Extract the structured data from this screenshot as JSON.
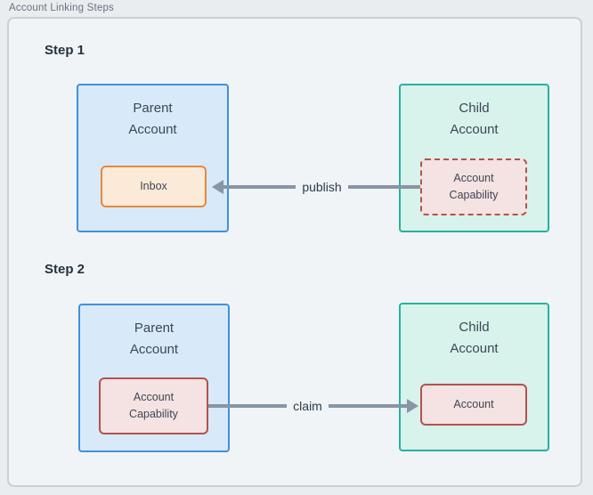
{
  "group_label": "Account Linking Steps",
  "steps": [
    {
      "heading": "Step 1",
      "parent_account": {
        "title": "Parent\nAccount",
        "inner": "Inbox"
      },
      "child_account": {
        "title": "Child\nAccount",
        "inner": "Account\nCapability"
      },
      "arrow": {
        "label": "publish",
        "direction": "left"
      }
    },
    {
      "heading": "Step 2",
      "parent_account": {
        "title": "Parent\nAccount",
        "inner": "Account\nCapability"
      },
      "child_account": {
        "title": "Child\nAccount",
        "inner": "Account"
      },
      "arrow": {
        "label": "claim",
        "direction": "right"
      }
    }
  ],
  "colors": {
    "background": "#e9edf0",
    "container_fill": "#f0f4f7",
    "container_border": "#c9d0d7",
    "parent_box_fill": "#d8e9fa",
    "parent_box_border": "#4190dd",
    "child_box_fill": "#d8f2ec",
    "child_box_border": "#26b2a0",
    "inbox_fill": "#fcead9",
    "inbox_border": "#e4893b",
    "capability_fill": "#f5e2e2",
    "capability_border": "#b2534f",
    "arrow": "#8795a5",
    "heading_text": "#26313d",
    "box_text": "#3c4854"
  }
}
